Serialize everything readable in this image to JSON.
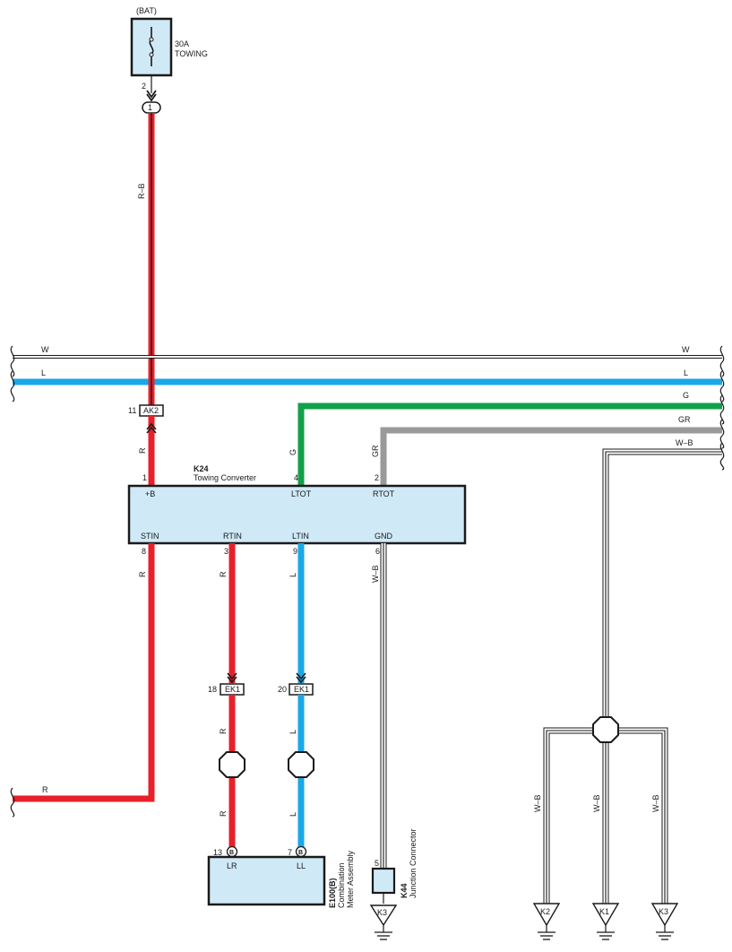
{
  "fuse": {
    "source": "(BAT)",
    "rating": "30A",
    "name": "TOWING",
    "pin": "2"
  },
  "junction_1": {
    "label": "1"
  },
  "wires": {
    "rb": "R–B",
    "w_left": "W",
    "w_right": "W",
    "l_left": "L",
    "l_right": "L",
    "g_right": "G",
    "gr_right": "GR",
    "wb_right": "W–B",
    "g_vert": "G",
    "gr_vert": "GR",
    "r_upper": "R",
    "r_stin": "R",
    "r_rtin": "R",
    "l_ltin": "L",
    "wb_gnd": "W–B",
    "r_lower1": "R",
    "r_lower2": "R",
    "l_lower1": "L",
    "l_lower2": "L",
    "r_left": "R",
    "wb_k2": "W–B",
    "wb_k1": "W–B",
    "wb_k3": "W–B"
  },
  "ak2": {
    "pin": "11",
    "name": "AK2"
  },
  "k24": {
    "code": "K24",
    "name": "Towing Converter",
    "pins": {
      "plus_b": {
        "num": "1",
        "label": "+B"
      },
      "ltot": {
        "num": "4",
        "label": "LTOT"
      },
      "rtot": {
        "num": "2",
        "label": "RTOT"
      },
      "stin": {
        "num": "8",
        "label": "STIN"
      },
      "rtin": {
        "num": "3",
        "label": "RTIN"
      },
      "ltin": {
        "num": "9",
        "label": "LTIN"
      },
      "gnd": {
        "num": "6",
        "label": "GND"
      }
    }
  },
  "ek1_left": {
    "pin": "18",
    "name": "EK1"
  },
  "ek1_right": {
    "pin": "20",
    "name": "EK1"
  },
  "e100": {
    "code": "E100(B)",
    "name_line1": "Combination",
    "name_line2": "Meter Assembly",
    "pin_lr": {
      "num": "13",
      "letter": "B",
      "label": "LR"
    },
    "pin_ll": {
      "num": "7",
      "letter": "B",
      "label": "LL"
    }
  },
  "k44": {
    "code": "K44",
    "name": "Junction Connector",
    "pin": "5"
  },
  "grounds": {
    "k3_center": "K3",
    "k2": "K2",
    "k1": "K1",
    "k3_right": "K3"
  },
  "colors": {
    "red": "#e8202a",
    "blue": "#1aa8e6",
    "green": "#12a04a",
    "gray": "#9a9a9a",
    "box_fill": "#cfe9f7",
    "black": "#1a1a1a"
  }
}
